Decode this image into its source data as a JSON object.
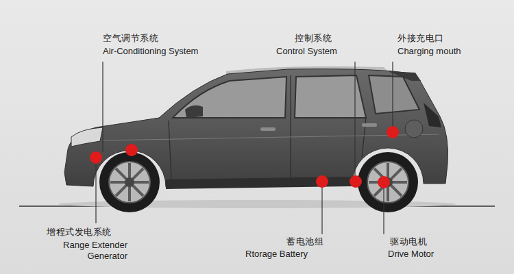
{
  "diagram": {
    "labels": [
      "空气调节系统",
      "Air-Conditioning System",
      "控制系统",
      "Control System",
      "外接充电口",
      "Charging mouth",
      "增程式发电系统",
      "Range Extender Generator",
      "蓄电池组",
      "Rtorage Battery",
      "驱动电机",
      "Drive Motor"
    ]
  }
}
